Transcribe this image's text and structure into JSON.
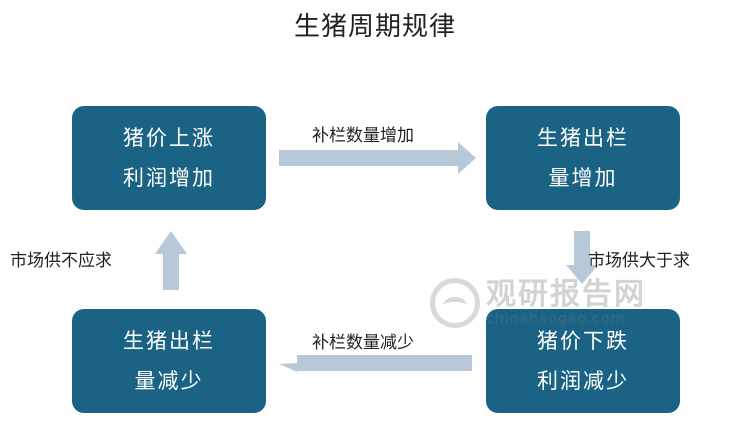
{
  "title": "生猪周期规律",
  "boxes": {
    "top_left": {
      "line1": "猪价上涨",
      "line2": "利润增加"
    },
    "top_right": {
      "line1": "生猪出栏",
      "line2": "量增加"
    },
    "bottom_right": {
      "line1": "猪价下跌",
      "line2": "利润减少"
    },
    "bottom_left": {
      "line1": "生猪出栏",
      "line2": "量减少"
    }
  },
  "labels": {
    "top": "补栏数量增加",
    "right": "市场供大于求",
    "bottom": "补栏数量减少",
    "left": "市场供不应求"
  },
  "watermark": {
    "cn": "观研报告网",
    "en": "chinabaogao.com"
  },
  "colors": {
    "box": "#1b6385",
    "arrow": "#b7c9d9",
    "text": "#222222"
  }
}
